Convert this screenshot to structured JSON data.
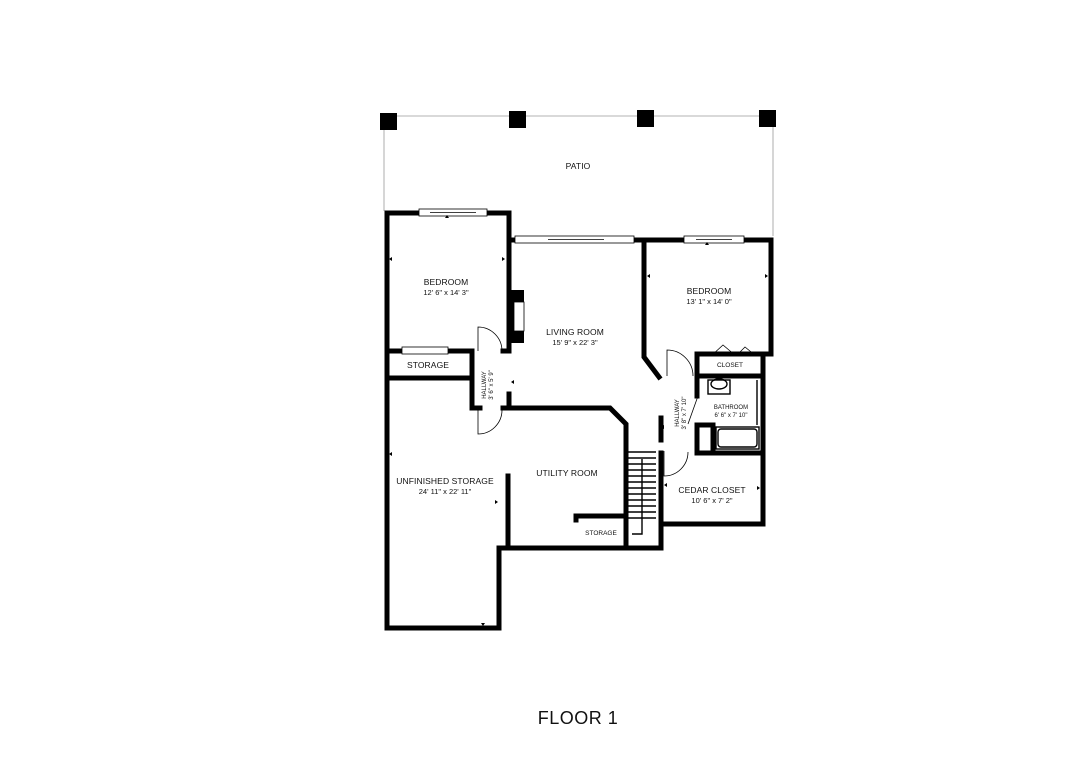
{
  "floor_title": "FLOOR 1",
  "rooms": {
    "patio": {
      "name": "PATIO"
    },
    "bedroom_1": {
      "name": "BEDROOM",
      "dims": "12' 6\" x 14' 3\""
    },
    "living_room": {
      "name": "LIVING ROOM",
      "dims": "15' 9\" x 22' 3\""
    },
    "bedroom_2": {
      "name": "BEDROOM",
      "dims": "13' 1\" x 14' 0\""
    },
    "storage_1": {
      "name": "STORAGE"
    },
    "hallway_1": {
      "name": "HALLWAY",
      "dims": "3' 6\" x 5' 9\""
    },
    "closet": {
      "name": "CLOSET"
    },
    "bathroom": {
      "name": "BATHROOM",
      "dims": "6' 6\" x 7' 10\""
    },
    "hallway_2": {
      "name": "HALLWAY",
      "dims": "3' 8\" x 7' 10\""
    },
    "unfinished_storage": {
      "name": "UNFINISHED STORAGE",
      "dims": "24' 11\" x 22' 11\""
    },
    "utility_room": {
      "name": "UTILITY ROOM"
    },
    "cedar_closet": {
      "name": "CEDAR CLOSET",
      "dims": "10' 6\" x 7' 2\""
    },
    "storage_2": {
      "name": "STORAGE"
    }
  }
}
